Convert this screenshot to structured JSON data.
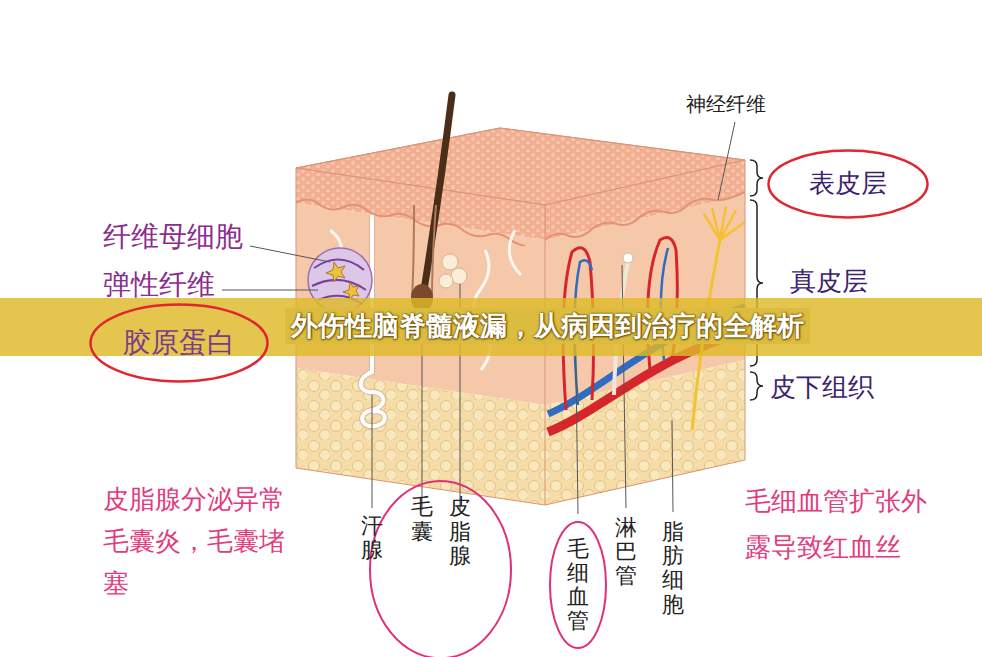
{
  "diagram": {
    "title": "外伤性脑脊髓液漏，从病因到治疗的全解析",
    "nodes": [
      {
        "text": [
          "表皮层"
        ]
      },
      {
        "text": [
          "胶原蛋白"
        ]
      },
      {
        "text": [
          "毛囊",
          "皮脂腺"
        ]
      },
      {
        "text": [
          "毛细血管"
        ]
      }
    ],
    "labels": [
      "神经纤维",
      "真皮层",
      "皮下组织",
      "纤维母细胞",
      "弹性纤维",
      "皮脂腺分泌异常毛囊炎，毛囊堵塞",
      "汗腺",
      "淋巴管",
      "脂肪细胞",
      "毛细血管扩张外露导致红血丝"
    ]
  }
}
